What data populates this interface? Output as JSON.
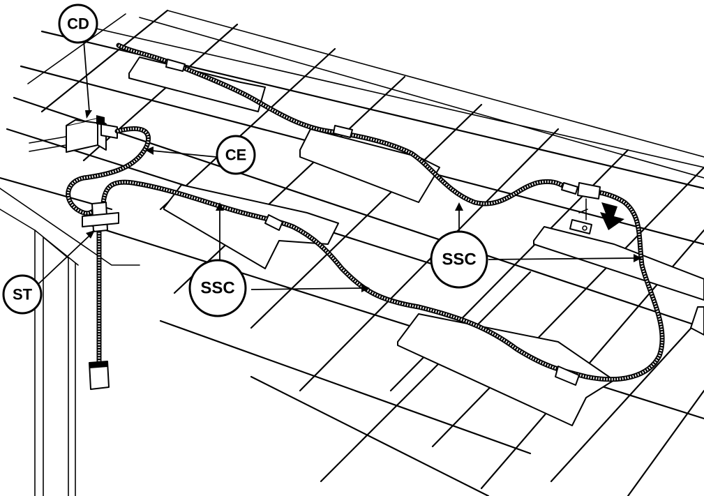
{
  "callouts": [
    {
      "id": "cd",
      "label": "CD"
    },
    {
      "id": "ce",
      "label": "CE"
    },
    {
      "id": "st",
      "label": "ST"
    },
    {
      "id": "ssc-left",
      "label": "SSC"
    },
    {
      "id": "ssc-right",
      "label": "SSC"
    }
  ]
}
